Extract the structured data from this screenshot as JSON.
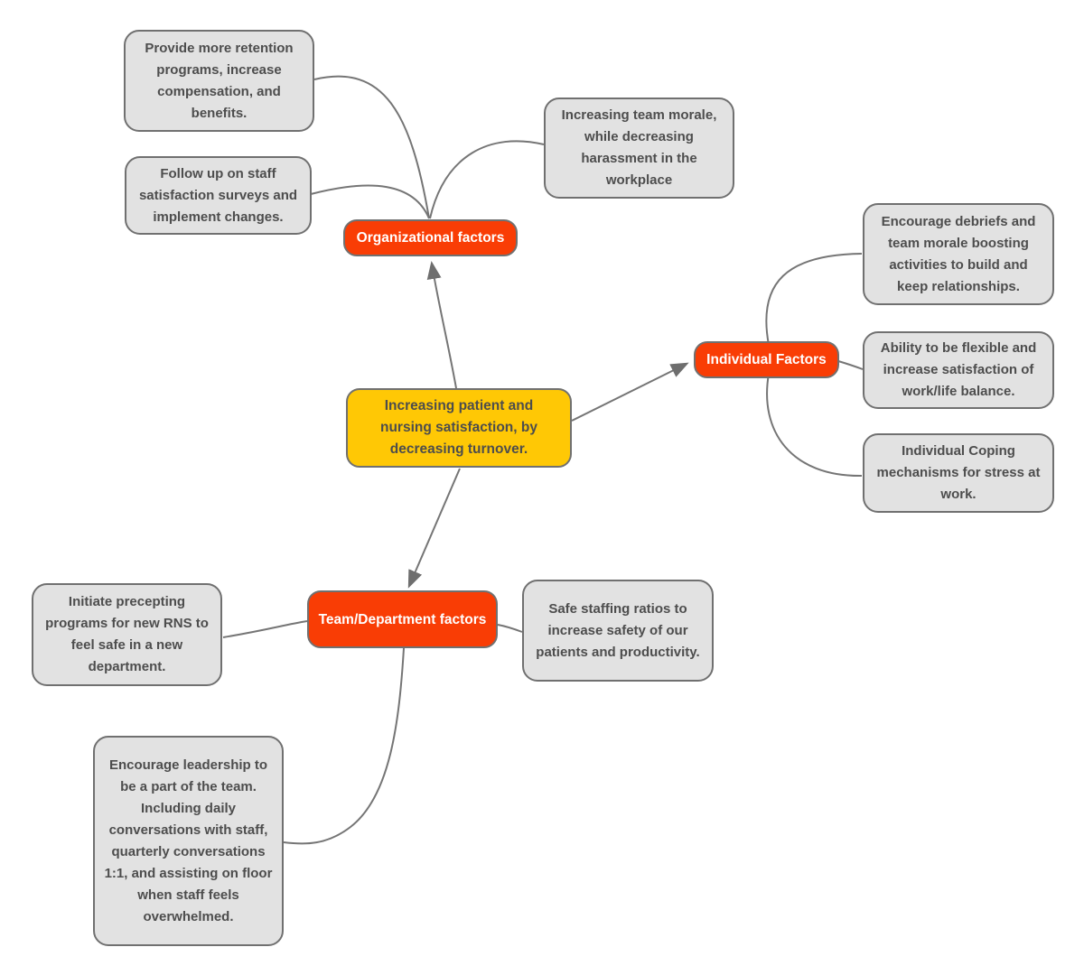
{
  "colors": {
    "central_fill": "#FFC805",
    "branch_fill": "#F93D05",
    "leaf_fill": "#E2E2E2",
    "node_border": "#707070",
    "edge": "#757575",
    "leaf_text": "#4D4D4D",
    "branch_text": "#FFFFFF"
  },
  "mindmap": {
    "central": {
      "label": "Increasing patient and nursing satisfaction, by decreasing turnover."
    },
    "branches": [
      {
        "label": "Organizational factors",
        "children": [
          {
            "label": "Provide more retention programs, increase compensation, and benefits."
          },
          {
            "label": "Follow up on staff satisfaction surveys and implement changes."
          },
          {
            "label": "Increasing team morale, while decreasing harassment in the workplace"
          }
        ]
      },
      {
        "label": "Individual Factors",
        "children": [
          {
            "label": "Encourage debriefs and team morale boosting activities to build and keep relationships."
          },
          {
            "label": "Ability to be flexible and increase satisfaction of work/life balance."
          },
          {
            "label": "Individual Coping mechanisms for stress at work."
          }
        ]
      },
      {
        "label": "Team/Department factors",
        "children": [
          {
            "label": "Initiate precepting programs for new RNS to feel safe in a new department."
          },
          {
            "label": "Safe staffing ratios to increase safety of our patients and productivity."
          },
          {
            "label": "Encourage leadership to be a part of the team. Including daily conversations with staff, quarterly conversations 1:1, and assisting on floor when staff feels overwhelmed."
          }
        ]
      }
    ]
  }
}
